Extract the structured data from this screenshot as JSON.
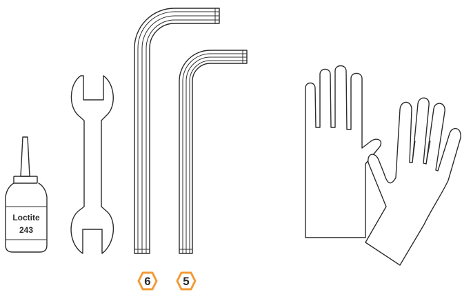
{
  "tools": {
    "threadlocker": {
      "brand": "Loctite",
      "grade": "243"
    },
    "hex_keys": [
      {
        "size": "6"
      },
      {
        "size": "5"
      }
    ]
  },
  "colors": {
    "line": "#2b2b2b",
    "badge_outline": "#f29a36"
  },
  "icons": [
    "threadlocker-bottle-icon",
    "open-end-wrench-icon",
    "hex-key-6-icon",
    "hex-key-5-icon",
    "gloves-icon"
  ]
}
